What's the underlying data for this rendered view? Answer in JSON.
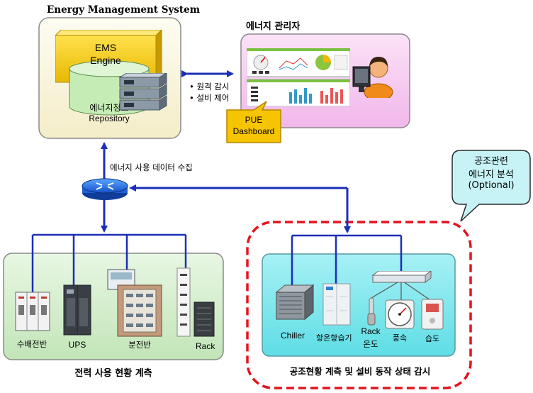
{
  "ems": {
    "title": "Energy Management System",
    "engine_line1": "EMS",
    "engine_line2": "Engine",
    "repo_line1": "에너지정보",
    "repo_line2": "Repository"
  },
  "manager": {
    "title": "에너지 관리자",
    "pue_line1": "PUE",
    "pue_line2": "Dashboard"
  },
  "link": {
    "remote_monitor": "• 원격 감시",
    "equip_control": "• 설비 제어",
    "collect": "에너지 사용 데이터 수집"
  },
  "callout": {
    "line1": "공조관련",
    "line2": "에너지 분석",
    "line3": "(Optional)"
  },
  "power": {
    "caption": "전력 사용 현황 계측",
    "items": [
      "수배전반",
      "UPS",
      "분전반",
      "Rack"
    ]
  },
  "hvac": {
    "caption": "공조현황 계측 및 설비 동작 상태 감시",
    "chiller": "Chiller",
    "thermo": "항온항습기",
    "rack_temp_line1": "Rack",
    "rack_temp_line2": "온도",
    "airflow": "풍속",
    "humidity": "습도"
  },
  "colors": {
    "ems_panel": "#fbf8e6",
    "manager_panel": "#f7c9f2",
    "power_panel": "#d6f0cf",
    "hvac_panel": "#7fe8ee",
    "engine_yellow": "#f5cb00",
    "repo_green": "#c5ecb5",
    "pue_yellow": "#f6c400",
    "line_blue": "#1b2fb7",
    "dash_red": "#e3141e"
  }
}
